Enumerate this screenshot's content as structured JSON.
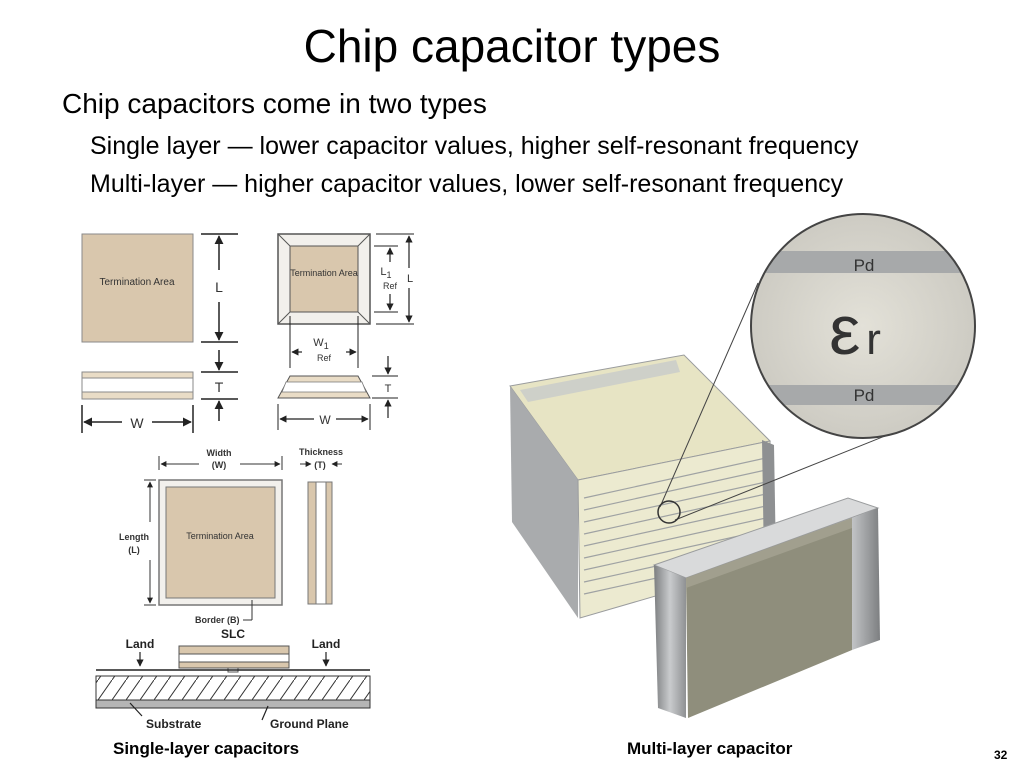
{
  "slide": {
    "title": "Chip capacitor types",
    "bullet": "Chip capacitors come in two types",
    "sub_bullets": [
      "Single layer — lower capacitor values, higher self-resonant frequency",
      "Multi-layer — higher capacitor values, lower self-resonant frequency"
    ],
    "captions": {
      "single": "Single-layer capacitors",
      "multi": "Multi-layer capacitor"
    },
    "page_number": "32"
  },
  "diagram_a": {
    "termination": "Termination Area",
    "L": "L",
    "T": "T",
    "W": "W"
  },
  "diagram_b": {
    "termination": "Termination Area",
    "L1": "L",
    "L1_sub": "1",
    "ref": "Ref",
    "L": "L",
    "W1": "W",
    "W1_sub": "1",
    "W1_ref": "Ref",
    "T": "T",
    "W": "W"
  },
  "diagram_c": {
    "width": "Width",
    "width_sym": "(W)",
    "thickness": "Thickness",
    "thickness_sym": "(T)",
    "length": "Length",
    "length_sym": "(L)",
    "termination": "Termination Area",
    "border": "Border (B)",
    "slc": "SLC",
    "land_left": "Land",
    "land_right": "Land",
    "substrate": "Substrate",
    "ground_plane": "Ground Plane"
  },
  "magnifier": {
    "pd_top": "Pd",
    "epsilon": "ε",
    "epsilon_sub": "r",
    "pd_bottom": "Pd"
  }
}
